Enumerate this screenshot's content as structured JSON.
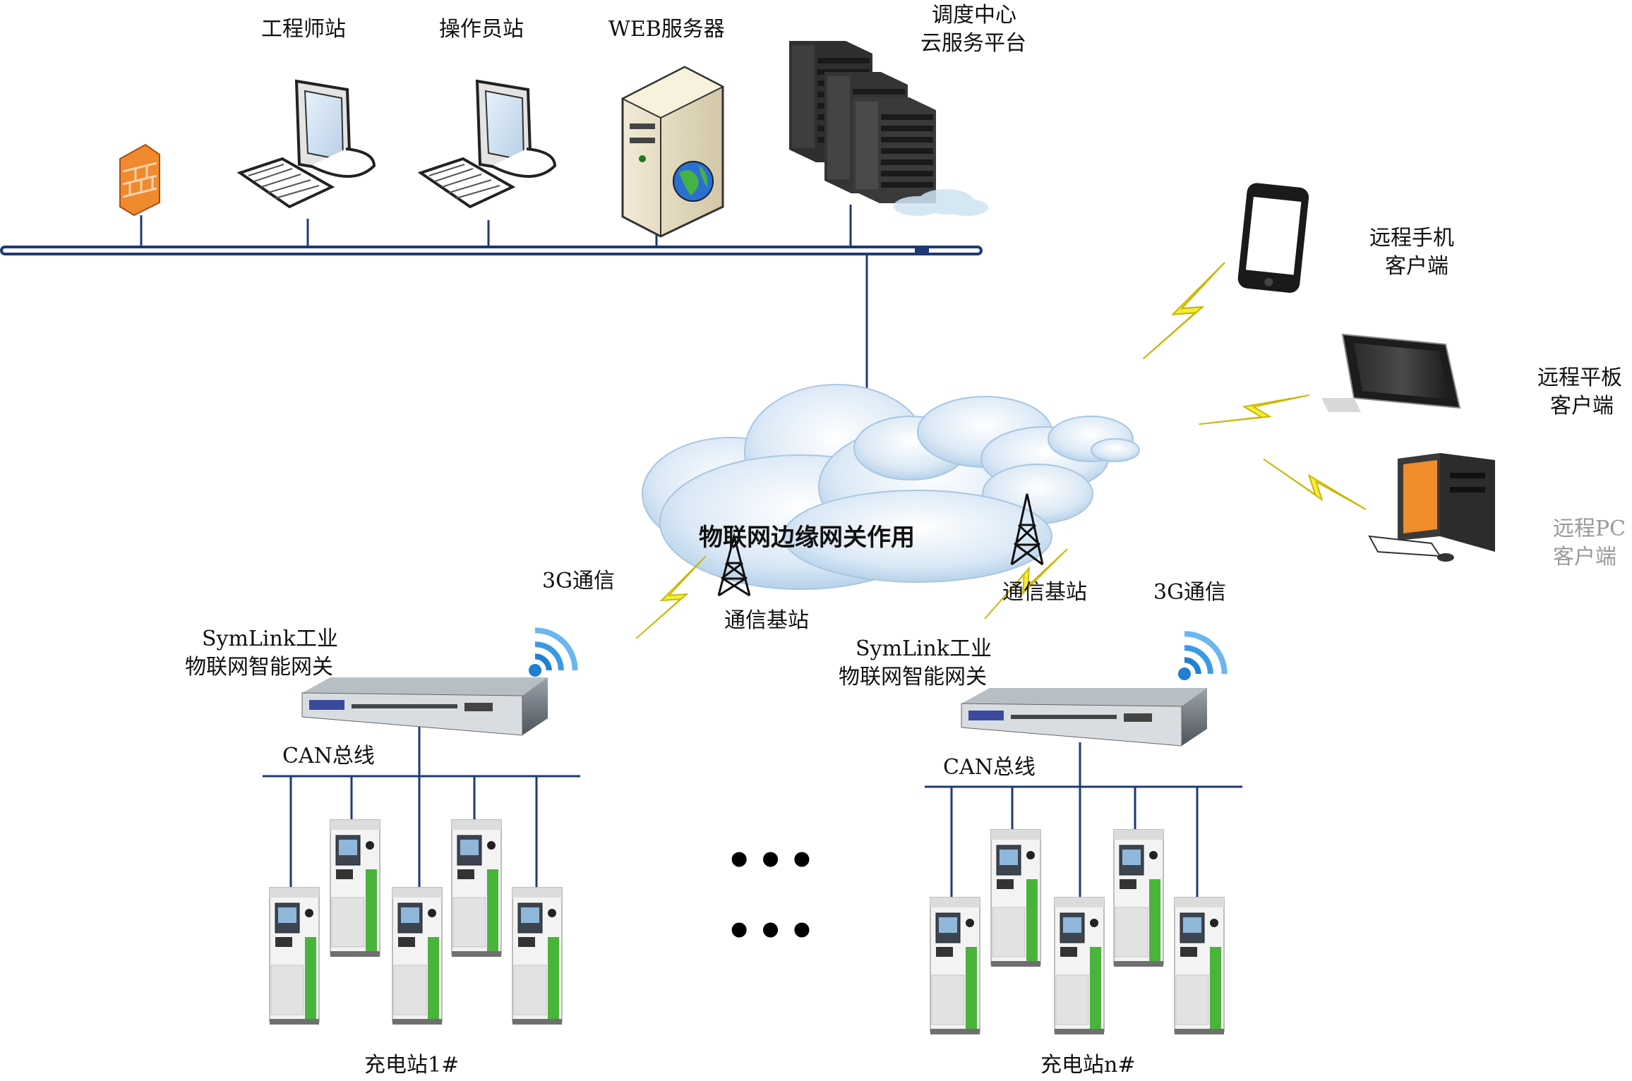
{
  "diagram": {
    "top_nodes": {
      "engineer_station": "工程师站",
      "operator_station": "操作员站",
      "web_server": "WEB服务器",
      "dispatch_center": [
        "调度中心",
        "云服务平台"
      ]
    },
    "clients": {
      "phone": [
        "远程手机",
        "客户端"
      ],
      "tablet": [
        "远程平板",
        "客户端"
      ],
      "pc": [
        "远程PC",
        "客户端"
      ]
    },
    "cloud_label": "物联网边缘网关作用",
    "links": {
      "g3_left": "3G通信",
      "g3_right": "3G通信",
      "base_station_left": "通信基站",
      "base_station_right": "通信基站"
    },
    "gateways": {
      "left": [
        "SymLink工业",
        "物联网智能网关"
      ],
      "right": [
        "SymLink工业",
        "物联网智能网关"
      ]
    },
    "bus": {
      "left": "CAN总线",
      "right": "CAN总线"
    },
    "stations": {
      "left": "充电站1#",
      "right": "充电站n#"
    },
    "ellipsis": "•••",
    "colors": {
      "network_bus": "#1f3a73",
      "charger_green": "#49b43a",
      "lightning": "#f2e62a",
      "cloud": "#cfe3f3"
    }
  }
}
